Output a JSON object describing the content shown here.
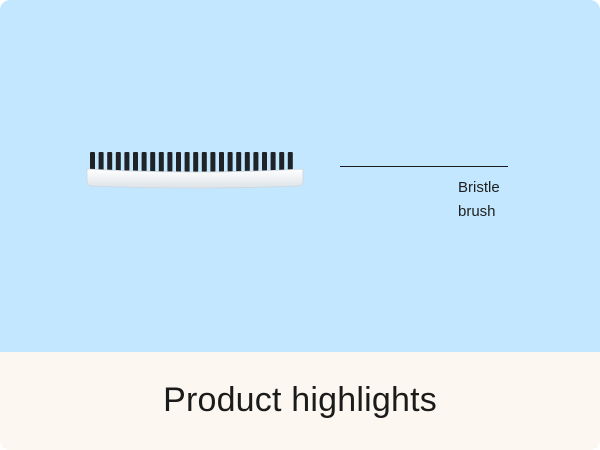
{
  "colors": {
    "hero_background": "#c2e7ff",
    "footer_background": "#fcf8f1",
    "bristle": "#1f2328",
    "brush_base": "#f4f6f8"
  },
  "hero": {
    "image": "bristle-brush-illustration",
    "callout": {
      "label": "Bristle\nbrush"
    }
  },
  "footer": {
    "title": "Product highlights"
  }
}
